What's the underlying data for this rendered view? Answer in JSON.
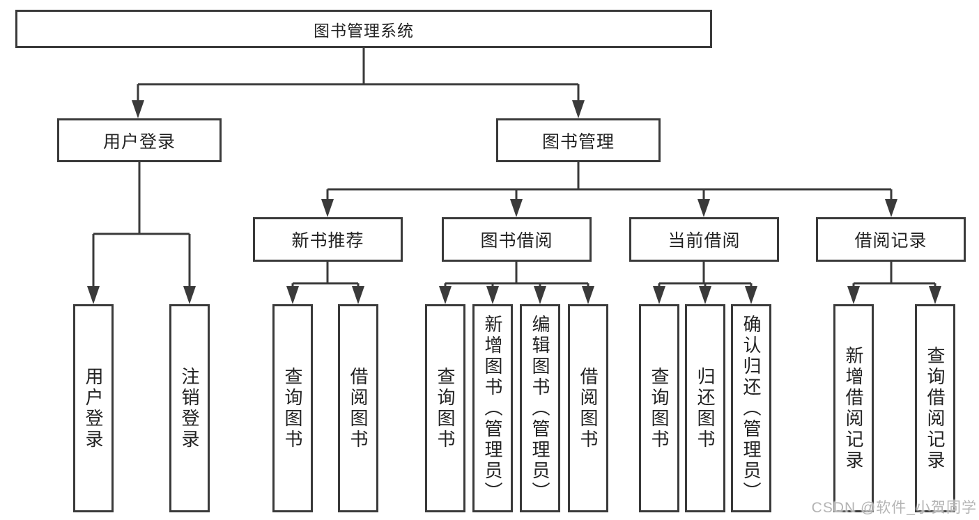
{
  "tree": {
    "label": "图书管理系统",
    "children": [
      {
        "label": "用户登录",
        "children": [
          {
            "label": "用户登录"
          },
          {
            "label": "注销登录"
          }
        ]
      },
      {
        "label": "图书管理",
        "children": [
          {
            "label": "新书推荐",
            "children": [
              {
                "label": "查询图书"
              },
              {
                "label": "借阅图书"
              }
            ]
          },
          {
            "label": "图书借阅",
            "children": [
              {
                "label": "查询图书"
              },
              {
                "label": "新增图书（管理员）"
              },
              {
                "label": "编辑图书（管理员）"
              },
              {
                "label": "借阅图书"
              }
            ]
          },
          {
            "label": "当前借阅",
            "children": [
              {
                "label": "查询图书"
              },
              {
                "label": "归还图书"
              },
              {
                "label": "确认归还（管理员）"
              }
            ]
          },
          {
            "label": "借阅记录",
            "children": [
              {
                "label": "新增借阅记录"
              },
              {
                "label": "查询借阅记录"
              }
            ]
          }
        ]
      }
    ]
  },
  "watermark": {
    "text": "CSDN @软件_小贺同学"
  },
  "colors": {
    "line": "#3a3a3a",
    "box_border": "#3a3a3a",
    "text": "#222222",
    "watermark": "#b4b4b4",
    "background": "#ffffff"
  }
}
